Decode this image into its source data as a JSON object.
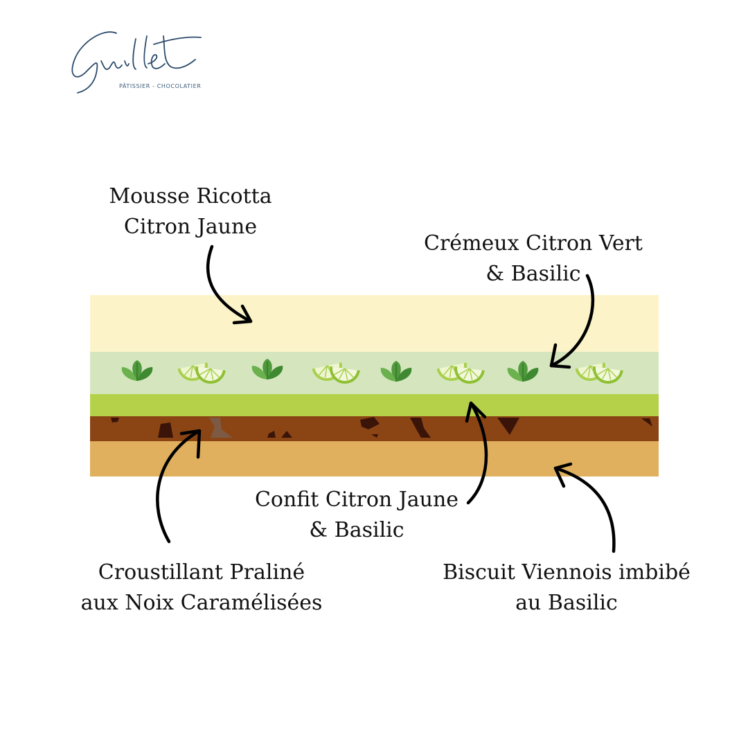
{
  "brand": {
    "signature": "Guillet",
    "tagline": "PÂTISSIER - CHOCOLATIER"
  },
  "labels": {
    "mousse": {
      "line1": "Mousse Ricotta",
      "line2": "Citron Jaune"
    },
    "cremeux": {
      "line1": "Crémeux Citron Vert",
      "line2": "& Basilic"
    },
    "confit": {
      "line1": "Confit Citron Jaune",
      "line2": "& Basilic"
    },
    "croustillant": {
      "line1": "Croustillant Praliné",
      "line2": "aux Noix Caramélisées"
    },
    "biscuit": {
      "line1": "Biscuit Viennois imbibé",
      "line2": "au Basilic"
    }
  },
  "colors": {
    "mousse": "#fcf3c9",
    "cremeux": "#d5e6bf",
    "confit": "#b5d14a",
    "croustillant": "#8b4515",
    "biscuit": "#e0b05f",
    "basil": "#4f9a3d",
    "lime": "#a9cf4d",
    "nut": "#3a1408"
  }
}
